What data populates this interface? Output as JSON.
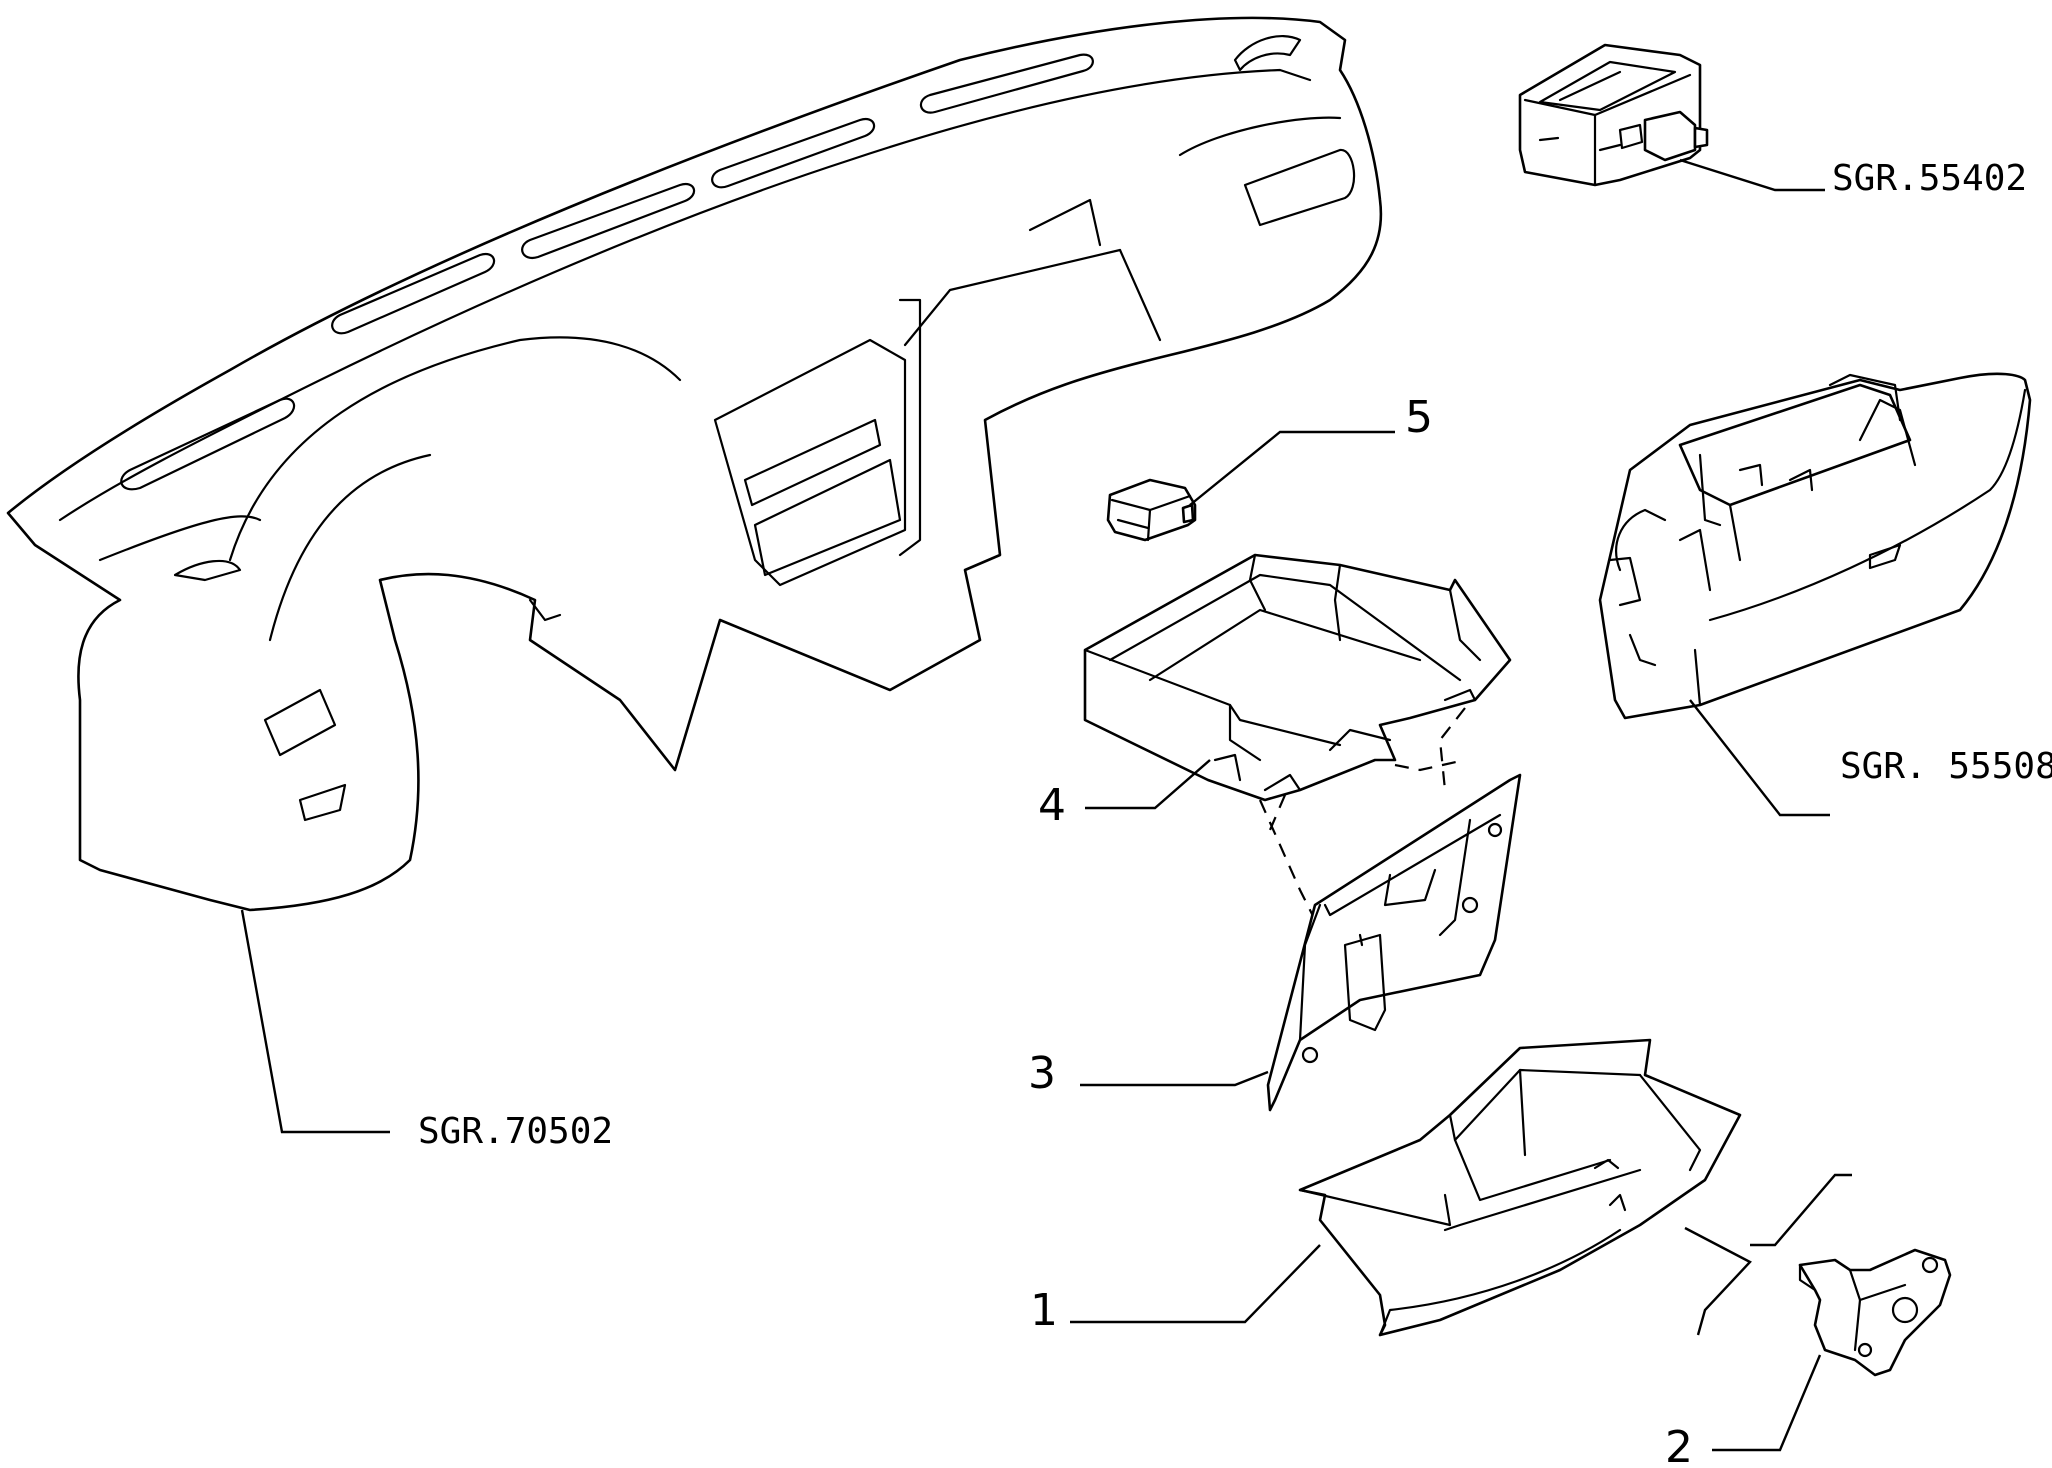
{
  "labels": {
    "dashboard_ref": "SGR.70502",
    "switch_ref": "SGR.55402",
    "glovebox_assembly_ref": "SGR. 55508",
    "item_1": "1",
    "item_2": "2",
    "item_3": "3",
    "item_4": "4",
    "item_5": "5"
  }
}
